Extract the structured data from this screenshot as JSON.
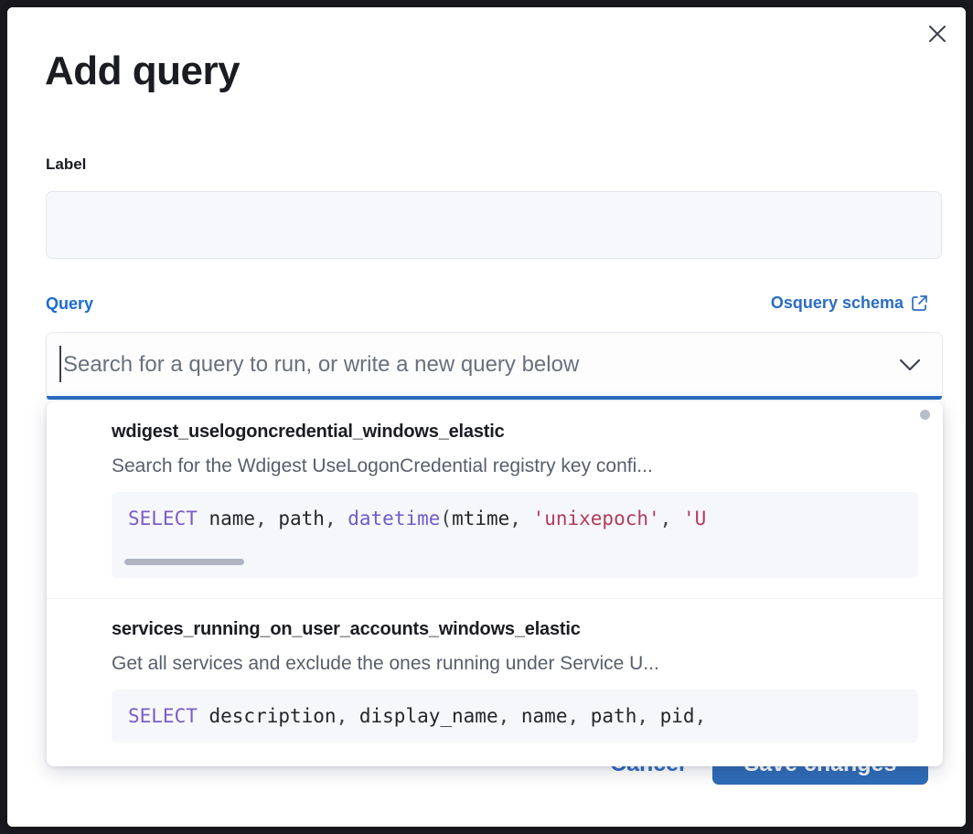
{
  "modal": {
    "title": "Add query",
    "close_icon": "close-icon"
  },
  "label_field": {
    "label": "Label",
    "value": "",
    "placeholder": ""
  },
  "query_field": {
    "label": "Query",
    "schema_link_text": "Osquery schema",
    "schema_link_icon": "external-link-icon",
    "combobox": {
      "value": "",
      "placeholder": "Search for a query to run, or write a new query below",
      "caret_icon": "chevron-down-icon"
    }
  },
  "dropdown": {
    "items": [
      {
        "title": "wdigest_uselogoncredential_windows_elastic",
        "description": "Search for the Wdigest UseLogonCredential registry key confi...",
        "code": {
          "tokens": [
            {
              "t": "SELECT",
              "c": "kw"
            },
            {
              "t": " name",
              "c": "id"
            },
            {
              "t": ", ",
              "c": "punct"
            },
            {
              "t": "path",
              "c": "id"
            },
            {
              "t": ", ",
              "c": "punct"
            },
            {
              "t": "datetime",
              "c": "fn"
            },
            {
              "t": "(",
              "c": "punct"
            },
            {
              "t": "mtime",
              "c": "id"
            },
            {
              "t": ", ",
              "c": "punct"
            },
            {
              "t": "'unixepoch'",
              "c": "str"
            },
            {
              "t": ", ",
              "c": "punct"
            },
            {
              "t": "'U",
              "c": "str"
            }
          ],
          "has_scrollbar": true
        }
      },
      {
        "title": "services_running_on_user_accounts_windows_elastic",
        "description": "Get all services and exclude the ones running under Service U...",
        "code": {
          "tokens": [
            {
              "t": "SELECT",
              "c": "kw"
            },
            {
              "t": " description",
              "c": "id"
            },
            {
              "t": ", ",
              "c": "punct"
            },
            {
              "t": "display_name",
              "c": "id"
            },
            {
              "t": ", ",
              "c": "punct"
            },
            {
              "t": "name",
              "c": "id"
            },
            {
              "t": ", ",
              "c": "punct"
            },
            {
              "t": "path",
              "c": "id"
            },
            {
              "t": ", ",
              "c": "punct"
            },
            {
              "t": "pid",
              "c": "id"
            },
            {
              "t": ",",
              "c": "punct"
            }
          ],
          "has_scrollbar": false
        }
      }
    ]
  },
  "footer": {
    "cancel_label": "Cancel",
    "save_label": "Save changes"
  },
  "colors": {
    "accent_blue": "#2b6cc4",
    "save_button_blue": "#2e6cb8",
    "field_bg": "#f7f8fc",
    "code_bg": "#f6f7fb",
    "keyword_purple": "#7a5cc4",
    "string_red": "#b33a5a",
    "text_dark": "#1a1c21",
    "text_muted": "#585e6b"
  }
}
